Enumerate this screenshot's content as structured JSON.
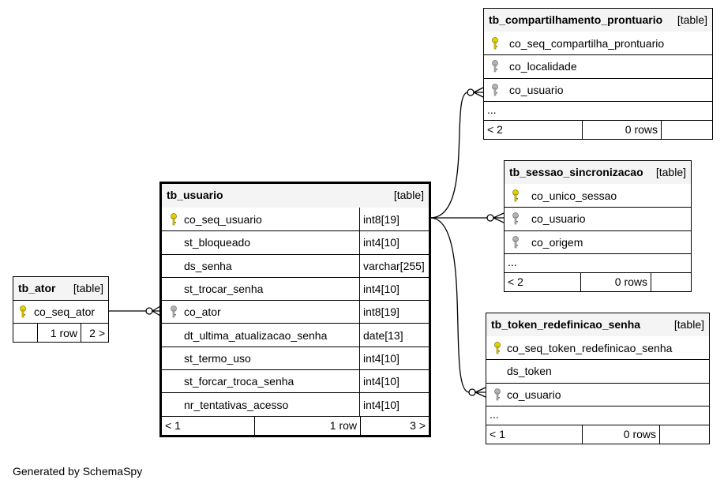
{
  "credit": "Generated by SchemaSpy",
  "tables": {
    "tb_ator": {
      "name": "tb_ator",
      "type": "[table]",
      "columns": [
        "co_seq_ator"
      ],
      "footer": {
        "rows": "1 row",
        "children": "2 >"
      }
    },
    "tb_usuario": {
      "name": "tb_usuario",
      "type": "[table]",
      "columns": [
        {
          "name": "co_seq_usuario",
          "type": "int8[19]",
          "key": "primary"
        },
        {
          "name": "st_bloqueado",
          "type": "int4[10]",
          "key": "none"
        },
        {
          "name": "ds_senha",
          "type": "varchar[255]",
          "key": "none"
        },
        {
          "name": "st_trocar_senha",
          "type": "int4[10]",
          "key": "none"
        },
        {
          "name": "co_ator",
          "type": "int8[19]",
          "key": "foreign"
        },
        {
          "name": "dt_ultima_atualizacao_senha",
          "type": "date[13]",
          "key": "none"
        },
        {
          "name": "st_termo_uso",
          "type": "int4[10]",
          "key": "none"
        },
        {
          "name": "st_forcar_troca_senha",
          "type": "int4[10]",
          "key": "none"
        },
        {
          "name": "nr_tentativas_acesso",
          "type": "int4[10]",
          "key": "none"
        }
      ],
      "footer": {
        "parents": "< 1",
        "rows": "1 row",
        "children": "3 >"
      }
    },
    "tb_compartilhamento_prontuario": {
      "name": "tb_compartilhamento_prontuario",
      "type": "[table]",
      "columns": [
        {
          "name": "co_seq_compartilha_prontuario",
          "key": "primary"
        },
        {
          "name": "co_localidade",
          "key": "foreign"
        },
        {
          "name": "co_usuario",
          "key": "foreign"
        }
      ],
      "more": "...",
      "footer": {
        "parents": "< 2",
        "rows": "0 rows"
      }
    },
    "tb_sessao_sincronizacao": {
      "name": "tb_sessao_sincronizacao",
      "type": "[table]",
      "columns": [
        {
          "name": "co_unico_sessao",
          "key": "primary"
        },
        {
          "name": "co_usuario",
          "key": "foreign"
        },
        {
          "name": "co_origem",
          "key": "foreign"
        }
      ],
      "more": "...",
      "footer": {
        "parents": "< 2",
        "rows": "0 rows"
      }
    },
    "tb_token_redefinicao_senha": {
      "name": "tb_token_redefinicao_senha",
      "type": "[table]",
      "columns": [
        {
          "name": "co_seq_token_redefinicao_senha",
          "key": "primary"
        },
        {
          "name": "ds_token",
          "key": "none"
        },
        {
          "name": "co_usuario",
          "key": "foreign"
        }
      ],
      "more": "...",
      "footer": {
        "parents": "< 1",
        "rows": "0 rows"
      }
    }
  },
  "colors": {
    "primary_key": "#e6d200",
    "foreign_key": "#b4b4b4",
    "header_bg": "#f4f4f4"
  }
}
